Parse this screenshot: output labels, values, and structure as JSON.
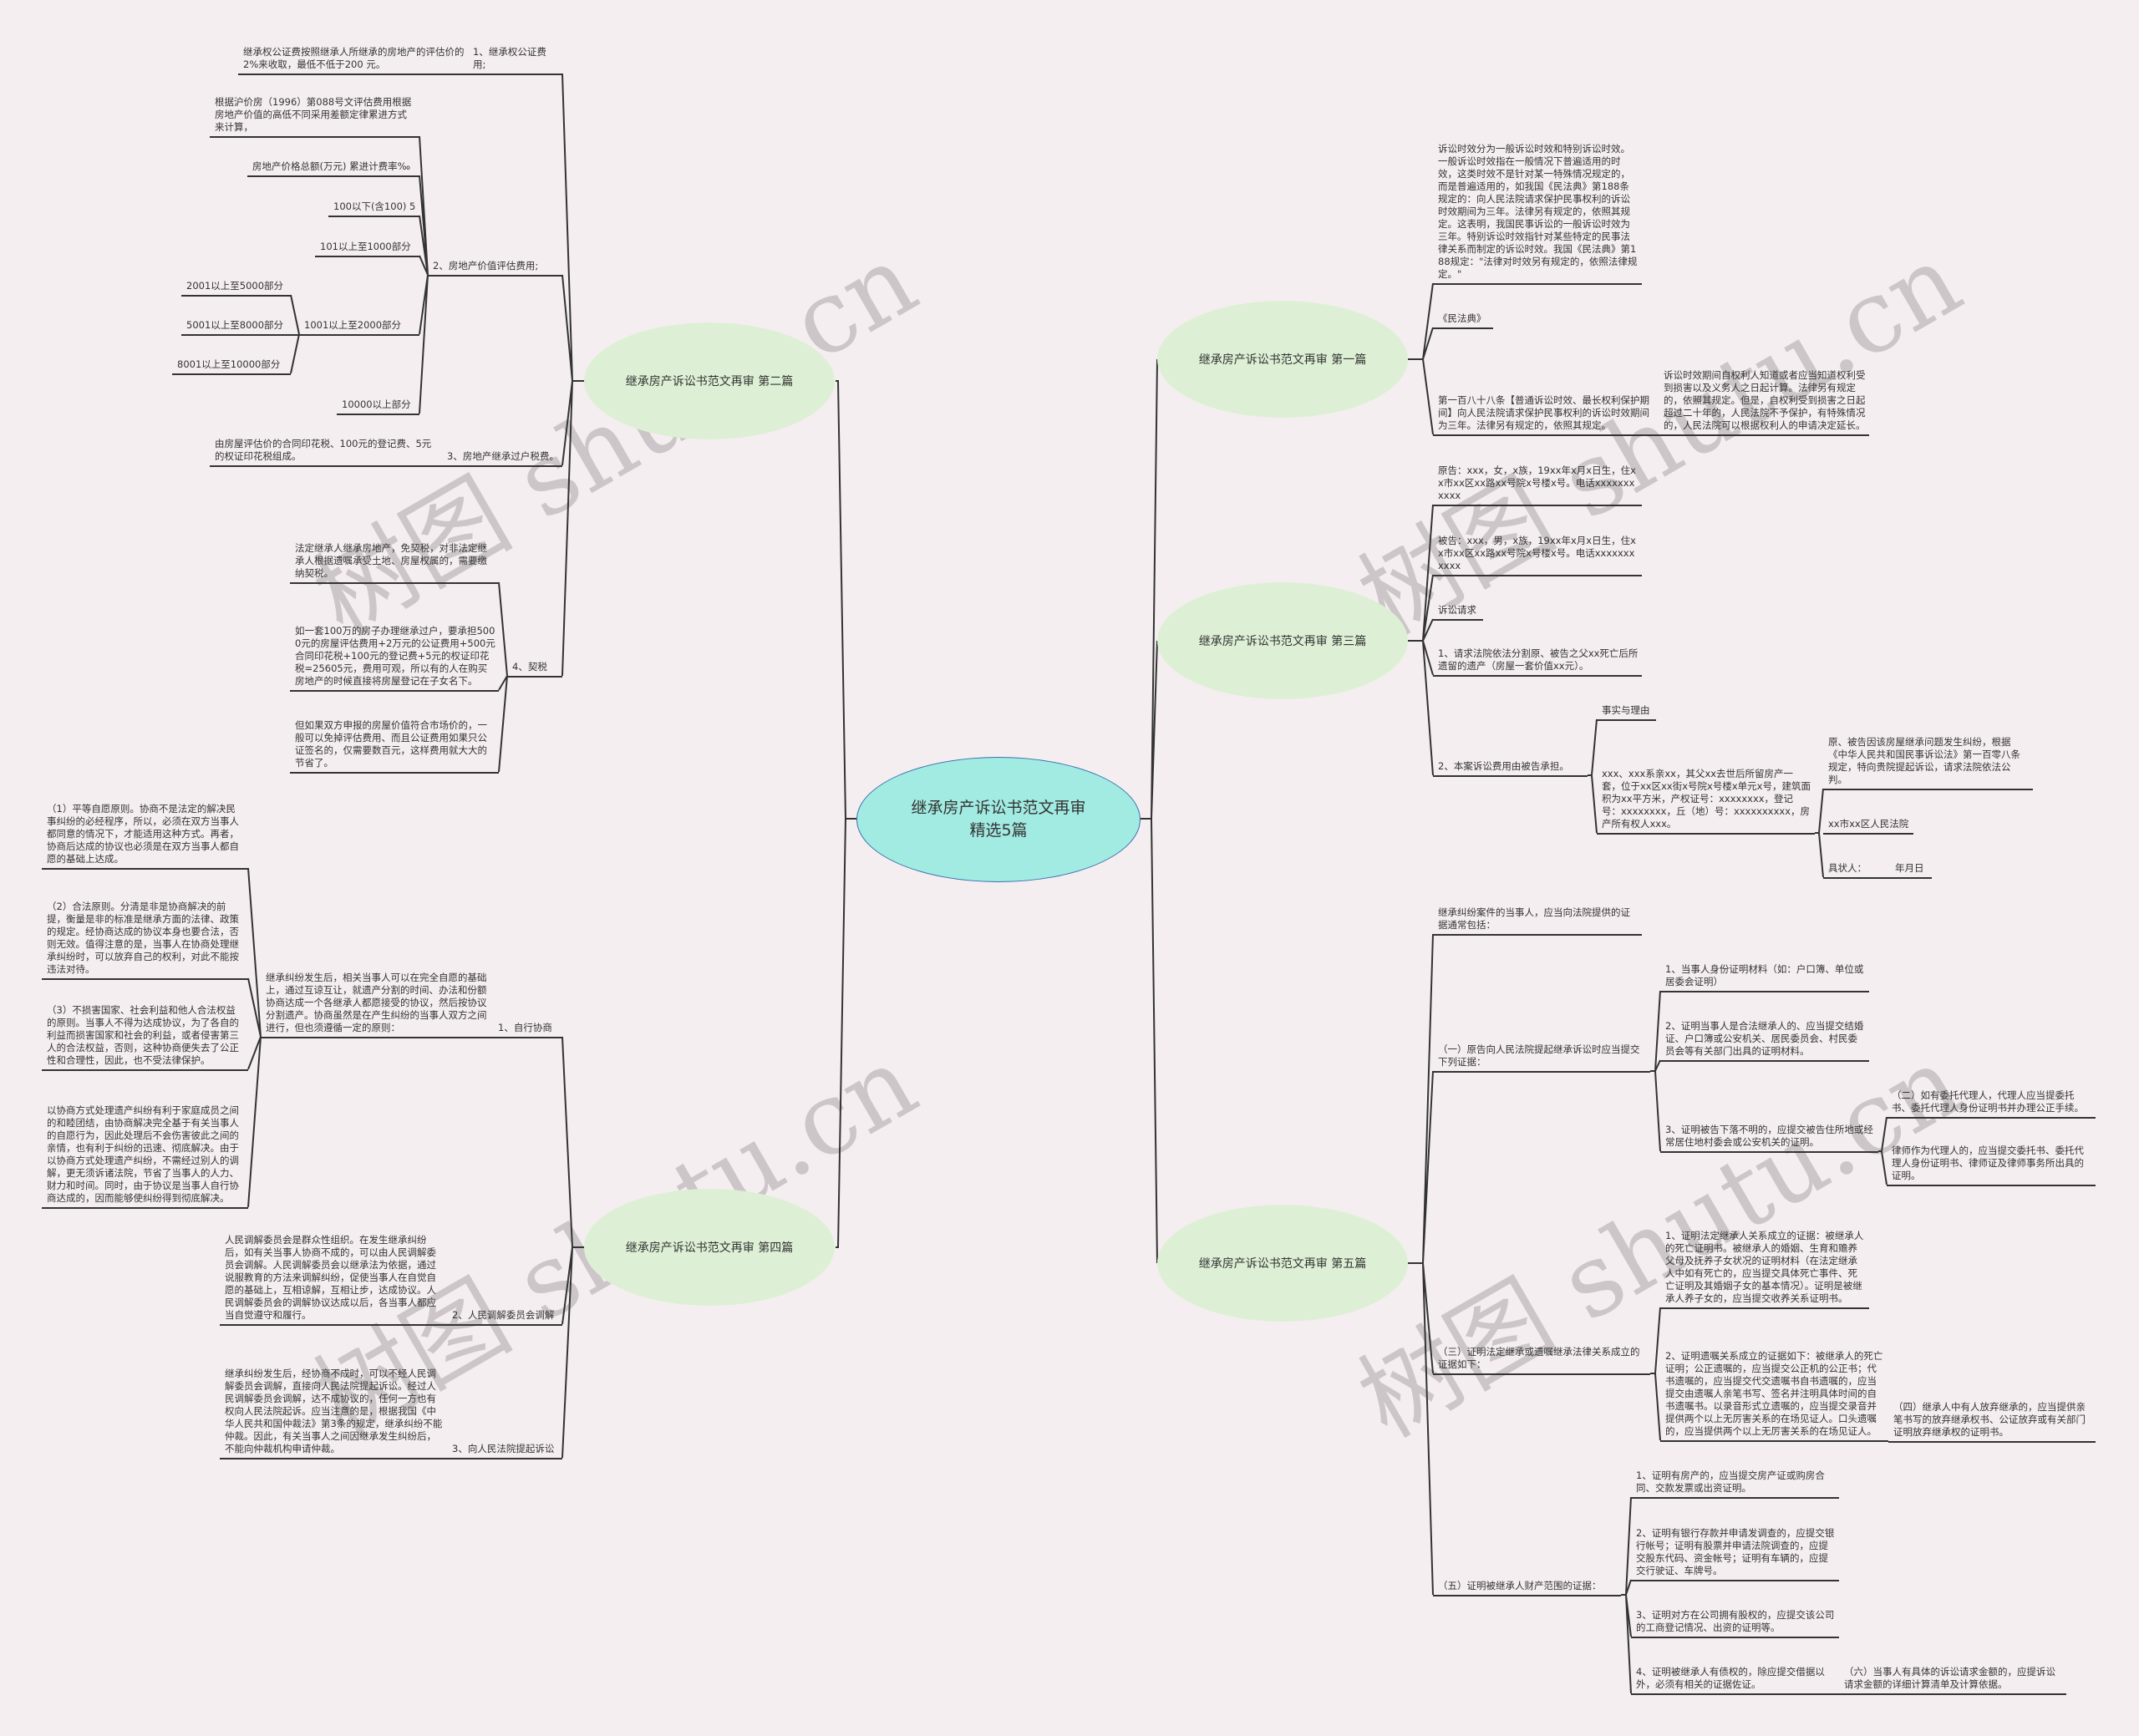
{
  "center": "继承房产诉讼书范文再审精选5篇",
  "watermark": "树图 shutu.cn",
  "colors": {
    "background": "#f5eef0",
    "main_node": "#ddf0d5",
    "center_node": "#a2ebe2",
    "center_border": "#3a6fb0",
    "line": "#333333"
  },
  "p2": {
    "title": "继承房产诉讼书范文再审 第二篇",
    "b1": {
      "label": "1、继承权公证费用;",
      "text": "继承权公证费按照继承人所继承的房地产的评估价的2%来收取，最低不低于200 元。"
    },
    "b2": {
      "label": "2、房地产价值评估费用;",
      "c1": "根据沪价房（1996）第088号文评估费用根据房地产价值的高低不同采用差额定律累进方式来计算，",
      "c2": "房地产价格总额(万元) 累进计费率‰",
      "c3": "100以下(含100) 5",
      "c4": "101以上至1000部分",
      "c5": "1001以上至2000部分",
      "c5a": "2001以上至5000部分",
      "c5b": "5001以上至8000部分",
      "c5c": "8001以上至10000部分",
      "c6": "10000以上部分"
    },
    "b3": {
      "label": "3、房地产继承过户税费。",
      "text": "由房屋评估价的合同印花税、100元的登记费、5元的权证印花税组成。"
    },
    "b4": {
      "label": "4、契税",
      "c1": "法定继承人继承房地产，免契税，对非法定继承人根据遗嘱承受土地、房屋权属的，需要缴纳契税。",
      "c2": "如一套100万的房子办理继承过户，要承担5000元的房屋评估费用+2万元的公证费用+500元合同印花税+100元的登记费+5元的权证印花税=25605元，费用可观，所以有的人在购买房地产的时候直接将房屋登记在子女名下。",
      "c3": "但如果双方申报的房屋价值符合市场价的，一般可以免掉评估费用、而且公证费用如果只公证签名的，仅需要数百元，这样费用就大大的节省了。"
    }
  },
  "p4": {
    "title": "继承房产诉讼书范文再审 第四篇",
    "b1": {
      "label": "1、自行协商",
      "text": "继承纠纷发生后，相关当事人可以在完全自愿的基础上，通过互谅互让，就遗产分割的时间、办法和份额协商达成一个各继承人都愿接受的协议，然后按协议分割遗产。协商虽然是在产生纠纷的当事人双方之间进行，但也须遵循一定的原则：",
      "c1": "（1）平等自愿原则。协商不是法定的解决民事纠纷的必经程序，所以，必须在双方当事人都同意的情况下，才能适用这种方式。再者，协商后达成的协议也必须是在双方当事人都自愿的基础上达成。",
      "c2": "（2）合法原则。分清是非是协商解决的前提，衡量是非的标准是继承方面的法律、政策的规定。经协商达成的协议本身也要合法，否则无效。值得注意的是，当事人在协商处理继承纠纷时，可以放弃自己的权利，对此不能按违法对待。",
      "c3": "（3）不损害国家、社会利益和他人合法权益的原则。当事人不得为达成协议，为了各自的利益而损害国家和社会的利益，或者侵害第三人的合法权益，否则，这种协商便失去了公正性和合理性，因此，也不受法律保护。",
      "c4": "以协商方式处理遗产纠纷有利于家庭成员之间的和睦团结，由协商解决完全基于有关当事人的自愿行为，因此处理后不会伤害彼此之间的亲情，也有利于纠纷的迅速、彻底解决。由于以协商方式处理遗产纠纷，不需经过别人的调解，更无须诉诸法院，节省了当事人的人力、财力和时间。同时，由于协议是当事人自行协商达成的，因而能够使纠纷得到彻底解决。"
    },
    "b2": {
      "label": "2、人民调解委员会调解",
      "text": "人民调解委员会是群众性组织。在发生继承纠纷后，如有关当事人协商不成的，可以由人民调解委员会调解。人民调解委员会以继承法为依据，通过说服教育的方法来调解纠纷，促使当事人在自觉自愿的基础上，互相谅解，互相让步，达成协议。人民调解委员会的调解协议达成以后，各当事人都应当自觉遵守和履行。"
    },
    "b3": {
      "label": "3、向人民法院提起诉讼",
      "text": "继承纠纷发生后，经协商不成时，可以不经人民调解委员会调解，直接向人民法院提起诉讼。经过人民调解委员会调解，达不成协议的，任何一方也有权向人民法院起诉。应当注意的是，根据我国《中华人民共和国仲裁法》第3条的规定，继承纠纷不能仲裁。因此，有关当事人之间因继承发生纠纷后，不能向仲裁机构申请仲裁。"
    }
  },
  "p1": {
    "title": "继承房产诉讼书范文再审 第一篇",
    "c1": "诉讼时效分为一般诉讼时效和特别诉讼时效。一般诉讼时效指在一般情况下普遍适用的时效，这类时效不是针对某一特殊情况规定的，而是普遍适用的，如我国《民法典》第188条规定的：向人民法院请求保护民事权利的诉讼时效期间为三年。法律另有规定的，依照其规定。这表明，我国民事诉讼的一般诉讼时效为三年。特别诉讼时效指针对某些特定的民事法律关系而制定的诉讼时效。我国《民法典》第188规定：\"法律对时效另有规定的，依照法律规定。\"",
    "c2": "《民法典》",
    "c3": "第一百八十八条【普通诉讼时效、最长权利保护期间】向人民法院请求保护民事权利的诉讼时效期间为三年。法律另有规定的，依照其规定。",
    "c3a": "诉讼时效期间自权利人知道或者应当知道权利受到损害以及义务人之日起计算。法律另有规定的，依照其规定。但是，自权利受到损害之日起超过二十年的，人民法院不予保护，有特殊情况的，人民法院可以根据权利人的申请决定延长。"
  },
  "p3": {
    "title": "继承房产诉讼书范文再审 第三篇",
    "c1": "原告：xxx，女，x族，19xx年x月x日生，住xx市xx区xx路xx号院x号楼x号。电话xxxxxxxxxxx",
    "c2": "被告：xxx，男，x族，19xx年x月x日生，住xx市xx区xx路xx号院x号楼x号。电话xxxxxxxxxxx",
    "c3": "诉讼请求",
    "c4": "1、请求法院依法分割原、被告之父xx死亡后所遗留的遗产（房屋一套价值xx元）。",
    "c5": "2、本案诉讼费用由被告承担。",
    "c5a": "事实与理由",
    "c5b": "xxx、xxx系亲xx，其父xx去世后所留房产一套，位于xx区xx街x号院x号楼x单元x号，建筑面积为xx平方米，产权证号：xxxxxxxx，登记号：xxxxxxxx，丘（地）号：xxxxxxxxxx，房产所有权人xxx。",
    "c5b1": "原、被告因该房屋继承问题发生纠纷，根据《中华人民共和国民事诉讼法》第一百零八条规定，特向贵院提起诉讼，请求法院依法公判。",
    "c5b2": "xx市xx区人民法院",
    "c5b3_signer": "具状人：",
    "c5b3_date": "年月日"
  },
  "p5": {
    "title": "继承房产诉讼书范文再审 第五篇",
    "c0": "继承纠纷案件的当事人，应当向法院提供的证据通常包括：",
    "c1": {
      "label": "（一）原告向人民法院提起继承诉讼时应当提交下列证据：",
      "i1": "1、当事人身份证明材料（如：户口簿、单位或居委会证明）",
      "i2": "2、证明当事人是合法继承人的、应当提交结婚证、户口簿或公安机关、居民委员会、村民委员会等有关部门出具的证明材料。",
      "i3": "3、证明被告下落不明的，应提交被告住所地或经常居住地村委会或公安机关的证明。",
      "i3a": "（二）如有委托代理人，代理人应当提委托书、委托代理人身份证明书并办理公正手续。",
      "i3b": "律师作为代理人的，应当提交委托书、委托代理人身份证明书、律师证及律师事务所出具的证明。"
    },
    "c3": {
      "label": "（三）证明法定继承或遗嘱继承法律关系成立的证据如下：",
      "i1": "1、证明法定继承人关系成立的证据：被继承人的死亡证明书。被继承人的婚姻、生育和赡养父母及抚养子女状况的证明材料（在法定继承人中如有死亡的，应当提交具体死亡事件、死亡证明及其婚姻子女的基本情况）。证明是被继承人养子女的，应当提交收养关系证明书。",
      "i2": "2、证明遗嘱关系成立的证据如下：被继承人的死亡证明；公正遗嘱的，应当提交公正机的公正书；代书遗嘱的，应当提交代交遗嘱书自书遗嘱的，应当提交由遗嘱人亲笔书写、签名并注明具体时间的自书遗嘱书。以录音形式立遗嘱的，应当提交录音并提供两个以上无厉害关系的在场见证人。口头遗嘱的，应当提供两个以上无厉害关系的在场见证人。",
      "i2a": "（四）继承人中有人放弃继承的，应当提供亲笔书写的放弃继承权书、公证放弃或有关部门证明放弃继承权的证明书。"
    },
    "c5": {
      "label": "（五）证明被继承人财产范围的证据：",
      "i1": "1、证明有房产的，应当提交房产证或购房合同、交款发票或出资证明。",
      "i2": "2、证明有银行存款并申请发调查的，应提交银行帐号；证明有股票并申请法院调查的，应提交股东代码、资金帐号；证明有车辆的，应提交行驶证、车牌号。",
      "i3": "3、证明对方在公司拥有股权的，应提交该公司的工商登记情况、出资的证明等。",
      "i4": "4、证明被继承人有债权的，除应提交借据以外，必须有相关的证据佐证。",
      "i4a": "（六）当事人有具体的诉讼请求金额的，应提诉讼请求金额的详细计算清单及计算依据。"
    }
  }
}
